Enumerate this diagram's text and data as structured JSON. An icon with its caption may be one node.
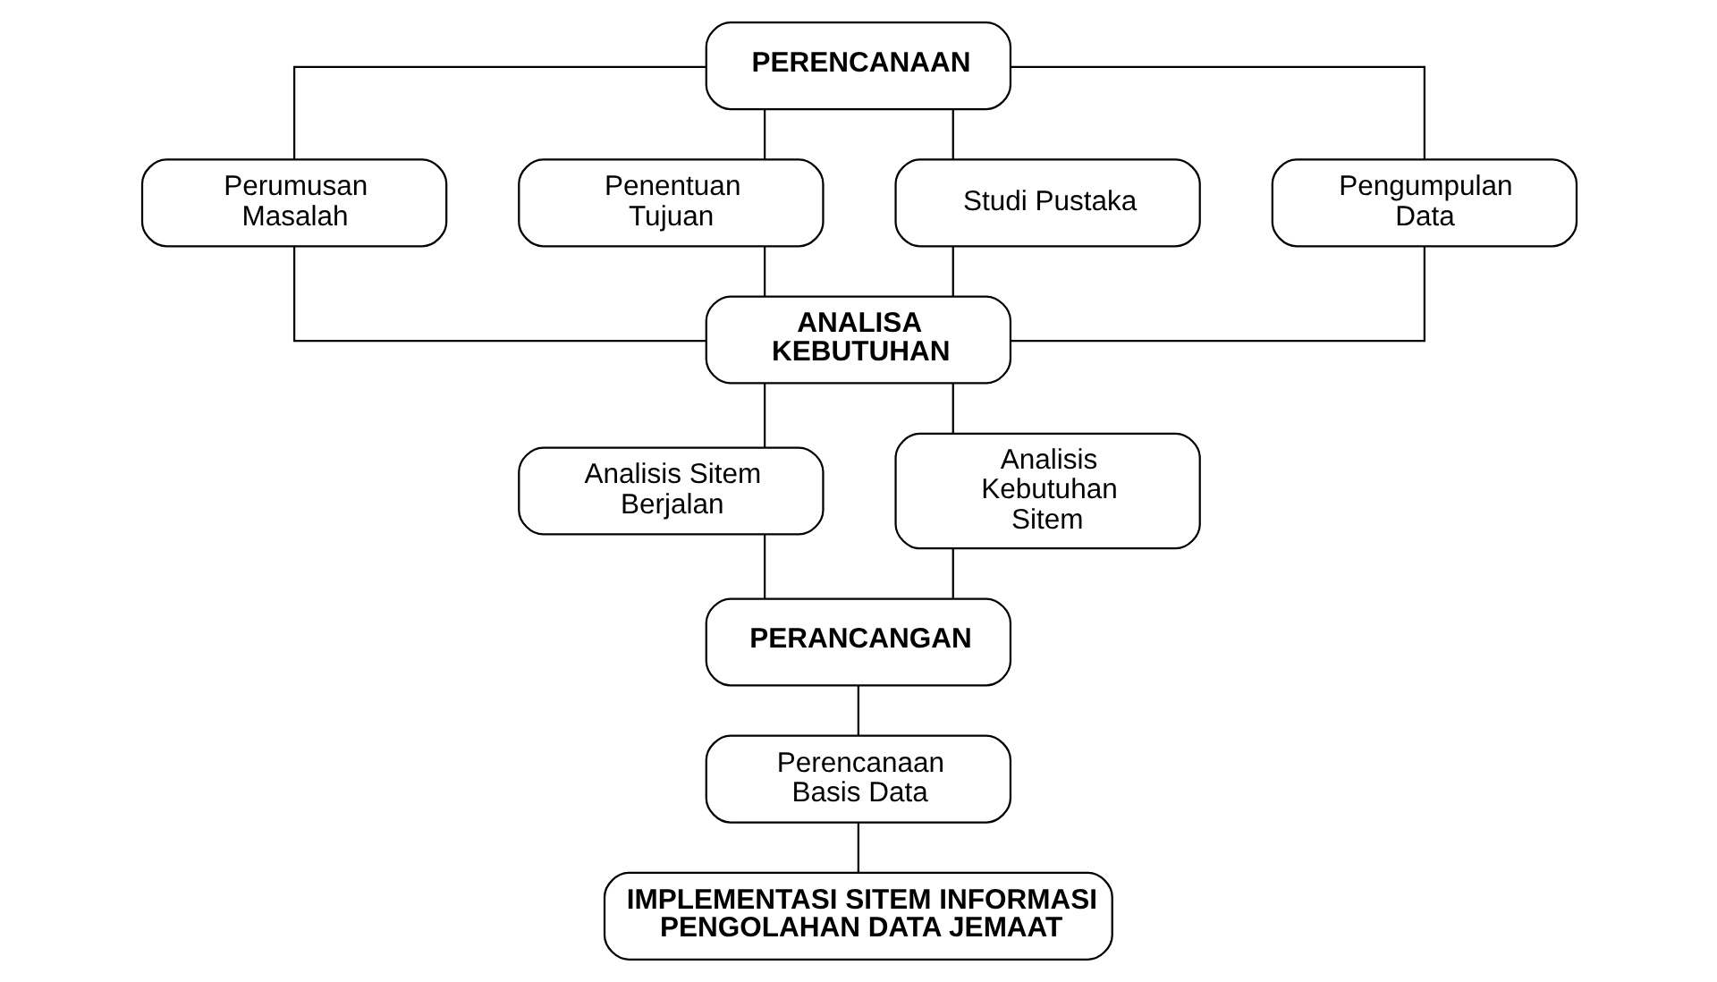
{
  "diagram": {
    "nodes": [
      {
        "text": [
          "PERENCANAAN"
        ]
      },
      {
        "text": [
          "Perumusan Masalah"
        ]
      },
      {
        "text": [
          "Penentuan Tujuan"
        ]
      },
      {
        "text": [
          "Studi Pustaka"
        ]
      },
      {
        "text": [
          "Pengumpulan Data"
        ]
      },
      {
        "text": [
          "ANALISA KEBUTUHAN"
        ]
      },
      {
        "text": [
          "Analisis Sitem Berjalan"
        ]
      },
      {
        "text": [
          "Analisis Kebutuhan Sitem"
        ]
      },
      {
        "text": [
          "PERANCANGAN"
        ]
      },
      {
        "text": [
          "Perencanaan Basis Data"
        ]
      },
      {
        "text": [
          "IMPLEMENTASI SITEM INFORMASI PENGOLAHAN DATA JEMAAT"
        ]
      }
    ],
    "edges": [
      {
        "from": 0,
        "to": 1,
        "arrow": "none"
      },
      {
        "from": 0,
        "to": 2,
        "arrow": "none"
      },
      {
        "from": 0,
        "to": 3,
        "arrow": "none"
      },
      {
        "from": 0,
        "to": 4,
        "arrow": "none"
      },
      {
        "from": 1,
        "to": 5,
        "arrow": "none"
      },
      {
        "from": 2,
        "to": 5,
        "arrow": "none"
      },
      {
        "from": 3,
        "to": 5,
        "arrow": "none"
      },
      {
        "from": 4,
        "to": 5,
        "arrow": "none"
      },
      {
        "from": 5,
        "to": 6,
        "arrow": "none"
      },
      {
        "from": 5,
        "to": 7,
        "arrow": "none"
      },
      {
        "from": 6,
        "to": 8,
        "arrow": "none"
      },
      {
        "from": 7,
        "to": 8,
        "arrow": "none"
      },
      {
        "from": 8,
        "to": 9,
        "arrow": "none"
      },
      {
        "from": 9,
        "to": 10,
        "arrow": "none"
      }
    ]
  }
}
